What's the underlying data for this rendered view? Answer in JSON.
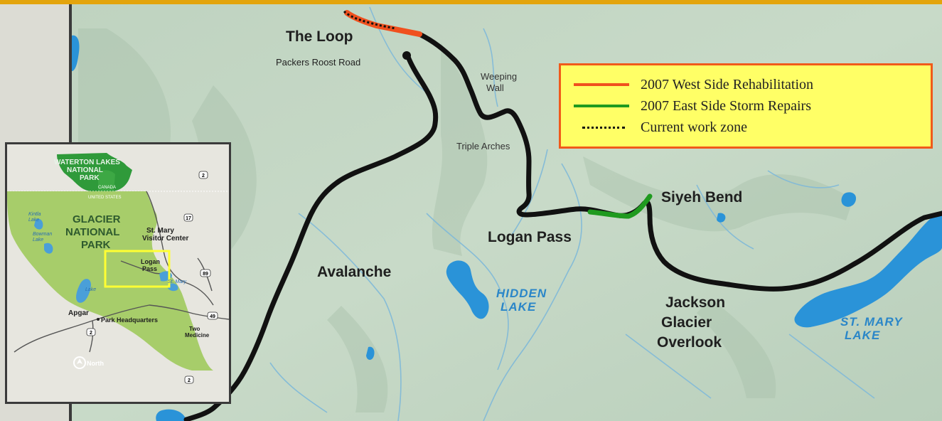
{
  "map": {
    "labels": {
      "the_loop": "The Loop",
      "packers_roost": "Packers Roost Road",
      "weeping_wall_1": "Weeping",
      "weeping_wall_2": "Wall",
      "triple_arches": "Triple Arches",
      "siyeh_bend": "Siyeh Bend",
      "logan_pass": "Logan Pass",
      "avalanche": "Avalanche",
      "hidden_lake_1": "HIDDEN",
      "hidden_lake_2": "LAKE",
      "jackson_1": "Jackson",
      "jackson_2": "Glacier",
      "jackson_3": "Overlook",
      "st_mary_lake_1": "ST. MARY",
      "st_mary_lake_2": "LAKE"
    },
    "colors": {
      "terrain": "#c3d6c4",
      "road": "#111111",
      "water": "#2a93d8",
      "west_rehab": "#f0501e",
      "east_repairs": "#1f9a1f"
    }
  },
  "inset": {
    "labels": {
      "waterton_1": "WATERTON LAKES",
      "waterton_2": "NATIONAL",
      "waterton_3": "PARK",
      "canada": "CANADA",
      "united_states": "UNITED STATES",
      "glacier_1": "GLACIER",
      "glacier_2": "NATIONAL",
      "glacier_3": "PARK",
      "kintla": "Kintla",
      "kintla_2": "Lake",
      "bowman": "Bowman",
      "bowman_2": "Lake",
      "st_mary_vc_1": "St. Mary",
      "st_mary_vc_2": "Visitor Center",
      "logan_1": "Logan",
      "logan_2": "Pass",
      "lake_mcdonald": "Lake",
      "st_mary_lake": "St. Mary",
      "apgar": "Apgar",
      "park_hq": "Park Headquarters",
      "two_medicine_1": "Two",
      "two_medicine_2": "Medicine",
      "north": "North",
      "route_2a": "2",
      "route_2b": "2",
      "route_2c": "2",
      "route_17": "17",
      "route_89": "89",
      "route_49": "49"
    }
  },
  "legend": {
    "items": [
      {
        "label": "2007 West Side Rehabilitation",
        "color": "#f0501e",
        "style": "solid"
      },
      {
        "label": "2007 East Side Storm Repairs",
        "color": "#1f9a1f",
        "style": "solid"
      },
      {
        "label": "Current work zone",
        "color": "#111111",
        "style": "dotted"
      }
    ]
  }
}
